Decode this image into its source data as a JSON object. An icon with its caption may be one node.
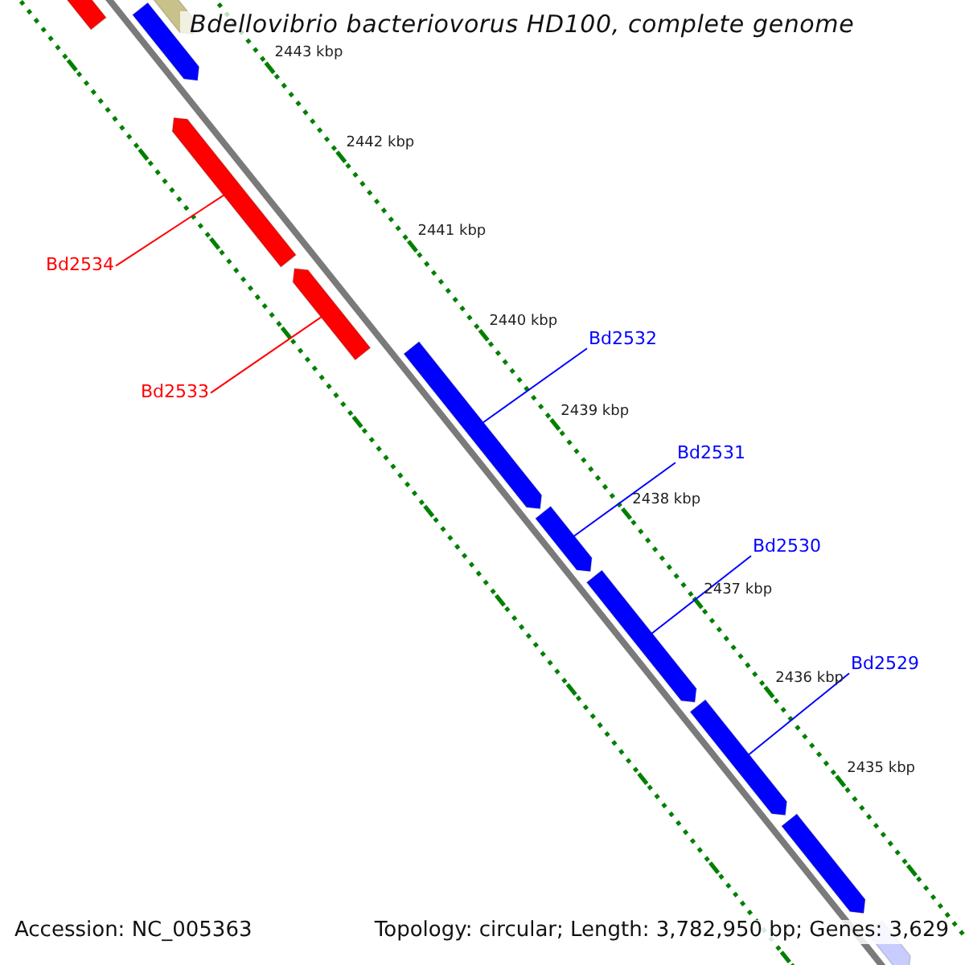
{
  "diagram": {
    "title": "Bdellovibrio bacteriovorus HD100, complete genome",
    "nodes": [
      {
        "text": [
          "Bd2534"
        ]
      },
      {
        "text": [
          "Bd2533"
        ]
      },
      {
        "text": [
          "Bd2532"
        ]
      },
      {
        "text": [
          "Bd2531"
        ]
      },
      {
        "text": [
          "Bd2530"
        ]
      },
      {
        "text": [
          "Bd2529"
        ]
      },
      {
        "text": [],
        "shape": "bar"
      },
      {
        "text": [],
        "shape": "bar"
      },
      {
        "text": [],
        "shape": "bar"
      },
      {
        "text": [],
        "shape": "bar"
      },
      {
        "text": [],
        "shape": "bar"
      },
      {
        "text": [],
        "shape": "bar"
      }
    ],
    "edges": [
      {
        "from": 0,
        "to": 6,
        "arrow": "none",
        "color": "#ff0000"
      },
      {
        "from": 1,
        "to": 7,
        "arrow": "none",
        "color": "#ff0000"
      },
      {
        "from": 2,
        "to": 8,
        "arrow": "none"
      },
      {
        "from": 3,
        "to": 9,
        "arrow": "none"
      },
      {
        "from": 4,
        "to": 10,
        "arrow": "none"
      },
      {
        "from": 5,
        "to": 11,
        "arrow": "none"
      }
    ],
    "labels": [
      "2443 kbp",
      "2442 kbp",
      "2441 kbp",
      "2440 kbp",
      "2439 kbp",
      "2438 kbp",
      "2437 kbp",
      "2436 kbp",
      "2435 kbp",
      "Accession: NC_005363",
      "Topology: circular; Length: 3,782,950 bp; Genes: 3,629"
    ]
  }
}
